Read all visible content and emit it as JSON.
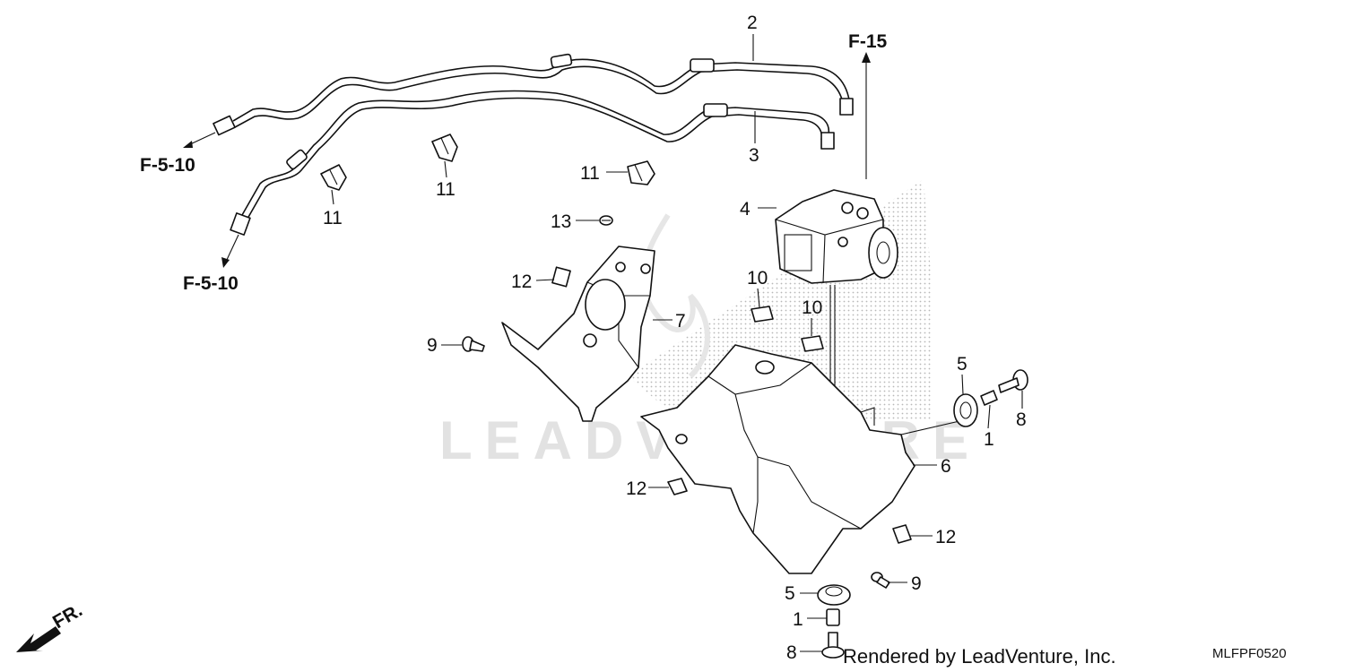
{
  "diagram": {
    "watermark": "LEADVENTURE",
    "footer_text": "Rendered by LeadVenture, Inc.",
    "diagram_code": "MLFPF0520",
    "front_marker": "FR.",
    "references": {
      "f15": "F-15",
      "f510_upper": "F-5-10",
      "f510_lower": "F-5-10"
    },
    "callouts": {
      "c2": "2",
      "c3": "3",
      "c4": "4",
      "c5_upper": "5",
      "c5_lower": "5",
      "c1_upper": "1",
      "c1_lower": "1",
      "c8_upper": "8",
      "c8_lower": "8",
      "c6": "6",
      "c7": "7",
      "c9_left": "9",
      "c9_right": "9",
      "c10_a": "10",
      "c10_b": "10",
      "c11_a": "11",
      "c11_b": "11",
      "c11_c": "11",
      "c12_a": "12",
      "c12_b": "12",
      "c12_c": "12",
      "c13": "13"
    },
    "colors": {
      "line": "#111111",
      "stipple": "#b8b8b8",
      "watermark": "#e2e2e2"
    }
  }
}
